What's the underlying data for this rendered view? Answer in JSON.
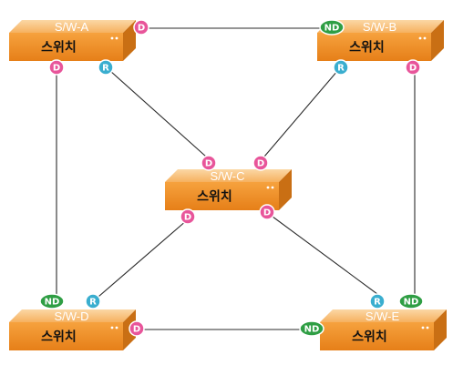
{
  "switches": [
    {
      "id": "A",
      "name": "S/W-A",
      "label": "스위치"
    },
    {
      "id": "B",
      "name": "S/W-B",
      "label": "스위치"
    },
    {
      "id": "C",
      "name": "S/W-C",
      "label": "스위치"
    },
    {
      "id": "D",
      "name": "S/W-D",
      "label": "스위치"
    },
    {
      "id": "E",
      "name": "S/W-E",
      "label": "스위치"
    }
  ],
  "links": [
    {
      "from": "A",
      "to": "B"
    },
    {
      "from": "A",
      "to": "C"
    },
    {
      "from": "B",
      "to": "C"
    },
    {
      "from": "A",
      "to": "D"
    },
    {
      "from": "B",
      "to": "E"
    },
    {
      "from": "C",
      "to": "D"
    },
    {
      "from": "C",
      "to": "E"
    },
    {
      "from": "D",
      "to": "E"
    }
  ],
  "badges": {
    "D": {
      "text": "D",
      "color": "#e8559a"
    },
    "R": {
      "text": "R",
      "color": "#3aaecf"
    },
    "ND": {
      "text": "ND",
      "color": "#2f9e44"
    }
  },
  "colors": {
    "switch_front": "#f0922a",
    "switch_top": "#f9c27d",
    "switch_side": "#c96f14"
  }
}
